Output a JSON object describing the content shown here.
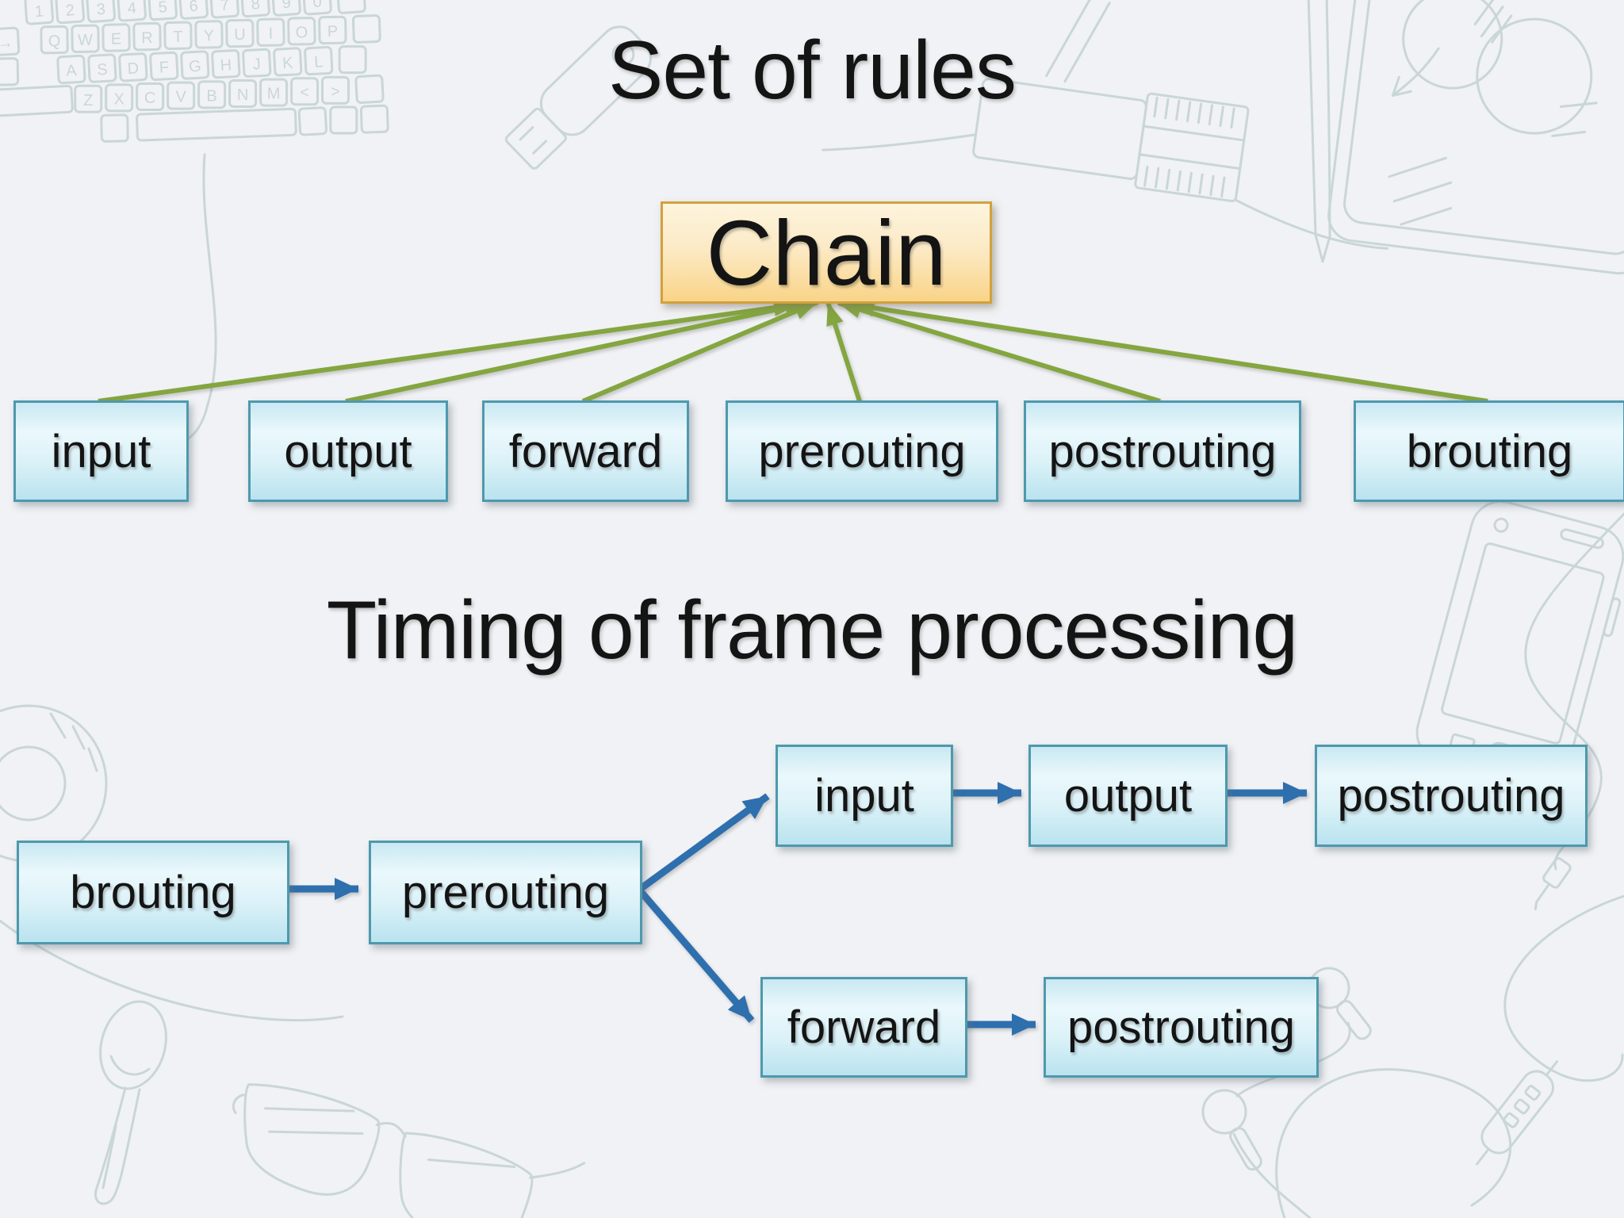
{
  "colors": {
    "background": "#f1f2f5",
    "doodle": "#c9d6d8",
    "text": "#141414",
    "green_arrow": "#84a640",
    "blue_arrow": "#2e6fae",
    "node_border": "#4e99ad",
    "node_fill_top": "#c9e8f2",
    "node_fill_bottom": "#b9e3ef",
    "chain_border": "#d2a13d",
    "chain_fill_top": "#fdf4dd",
    "chain_fill_bottom": "#f9d488"
  },
  "section_rules": {
    "title": "Set of rules",
    "root_label": "Chain",
    "chain_labels": [
      "input",
      "output",
      "forward",
      "prerouting",
      "postrouting",
      "brouting"
    ],
    "edges": [
      [
        "input",
        "Chain"
      ],
      [
        "output",
        "Chain"
      ],
      [
        "forward",
        "Chain"
      ],
      [
        "prerouting",
        "Chain"
      ],
      [
        "postrouting",
        "Chain"
      ],
      [
        "brouting",
        "Chain"
      ]
    ]
  },
  "section_timing": {
    "title": "Timing of frame processing",
    "brouting": "brouting",
    "prerouting": "prerouting",
    "input": "input",
    "output": "output",
    "postrouting_top": "postrouting",
    "forward": "forward",
    "postrouting_bottom": "postrouting",
    "edges": [
      [
        "brouting",
        "prerouting"
      ],
      [
        "prerouting",
        "input"
      ],
      [
        "prerouting",
        "forward"
      ],
      [
        "input",
        "output"
      ],
      [
        "output",
        "postrouting"
      ],
      [
        "forward",
        "postrouting"
      ]
    ]
  },
  "doodles": {
    "items": [
      "keyboard",
      "usb-flash-drive",
      "cable-connector",
      "notebook",
      "bookmark-ribbon",
      "smartphone",
      "tape-roll",
      "spoon",
      "sunglasses",
      "earbuds"
    ],
    "keyboard_rows": [
      "1234567890",
      "QWERTYUIOP",
      "ASDFGHJKL",
      "ZXCVBNM<>"
    ],
    "keyboard_tab_glyph": "→"
  }
}
